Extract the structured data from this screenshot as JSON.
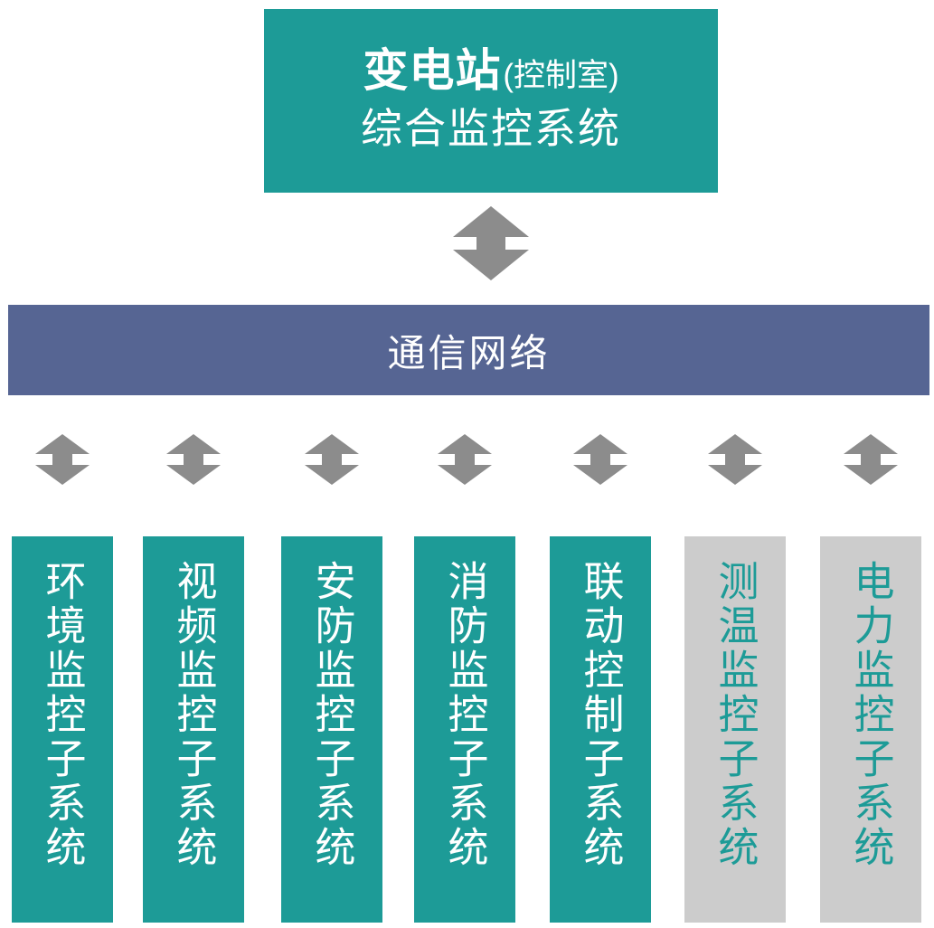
{
  "colors": {
    "teal": "#1d9b97",
    "slate_blue": "#566593",
    "gray": "#cccccc",
    "arrow_gray": "#8c8c8c",
    "white": "#ffffff"
  },
  "header": {
    "title_main": "变电站",
    "title_paren": "(控制室)",
    "title_line2": "综合监控系统"
  },
  "network": {
    "label": "通信网络"
  },
  "arrows": {
    "main": "bidirectional-vertical-arrow",
    "branch_count": 7
  },
  "subsystems": [
    {
      "label": "环境监控子系统",
      "style": "teal"
    },
    {
      "label": "视频监控子系统",
      "style": "teal"
    },
    {
      "label": "安防监控子系统",
      "style": "teal"
    },
    {
      "label": "消防监控子系统",
      "style": "teal"
    },
    {
      "label": "联动控制子系统",
      "style": "teal"
    },
    {
      "label": "测温监控子系统",
      "style": "gray"
    },
    {
      "label": "电力监控子系统",
      "style": "gray"
    }
  ],
  "chart_data": {
    "type": "diagram",
    "title": "变电站(控制室)综合监控系统",
    "structure": "hierarchy",
    "levels": [
      {
        "level": 0,
        "nodes": [
          "变电站(控制室)综合监控系统"
        ]
      },
      {
        "level": 1,
        "nodes": [
          "通信网络"
        ]
      },
      {
        "level": 2,
        "nodes": [
          "环境监控子系统",
          "视频监控子系统",
          "安防监控子系统",
          "消防监控子系统",
          "联动控制子系统",
          "测温监控子系统",
          "电力监控子系统"
        ]
      }
    ],
    "connectors": "bidirectional vertical arrows"
  }
}
